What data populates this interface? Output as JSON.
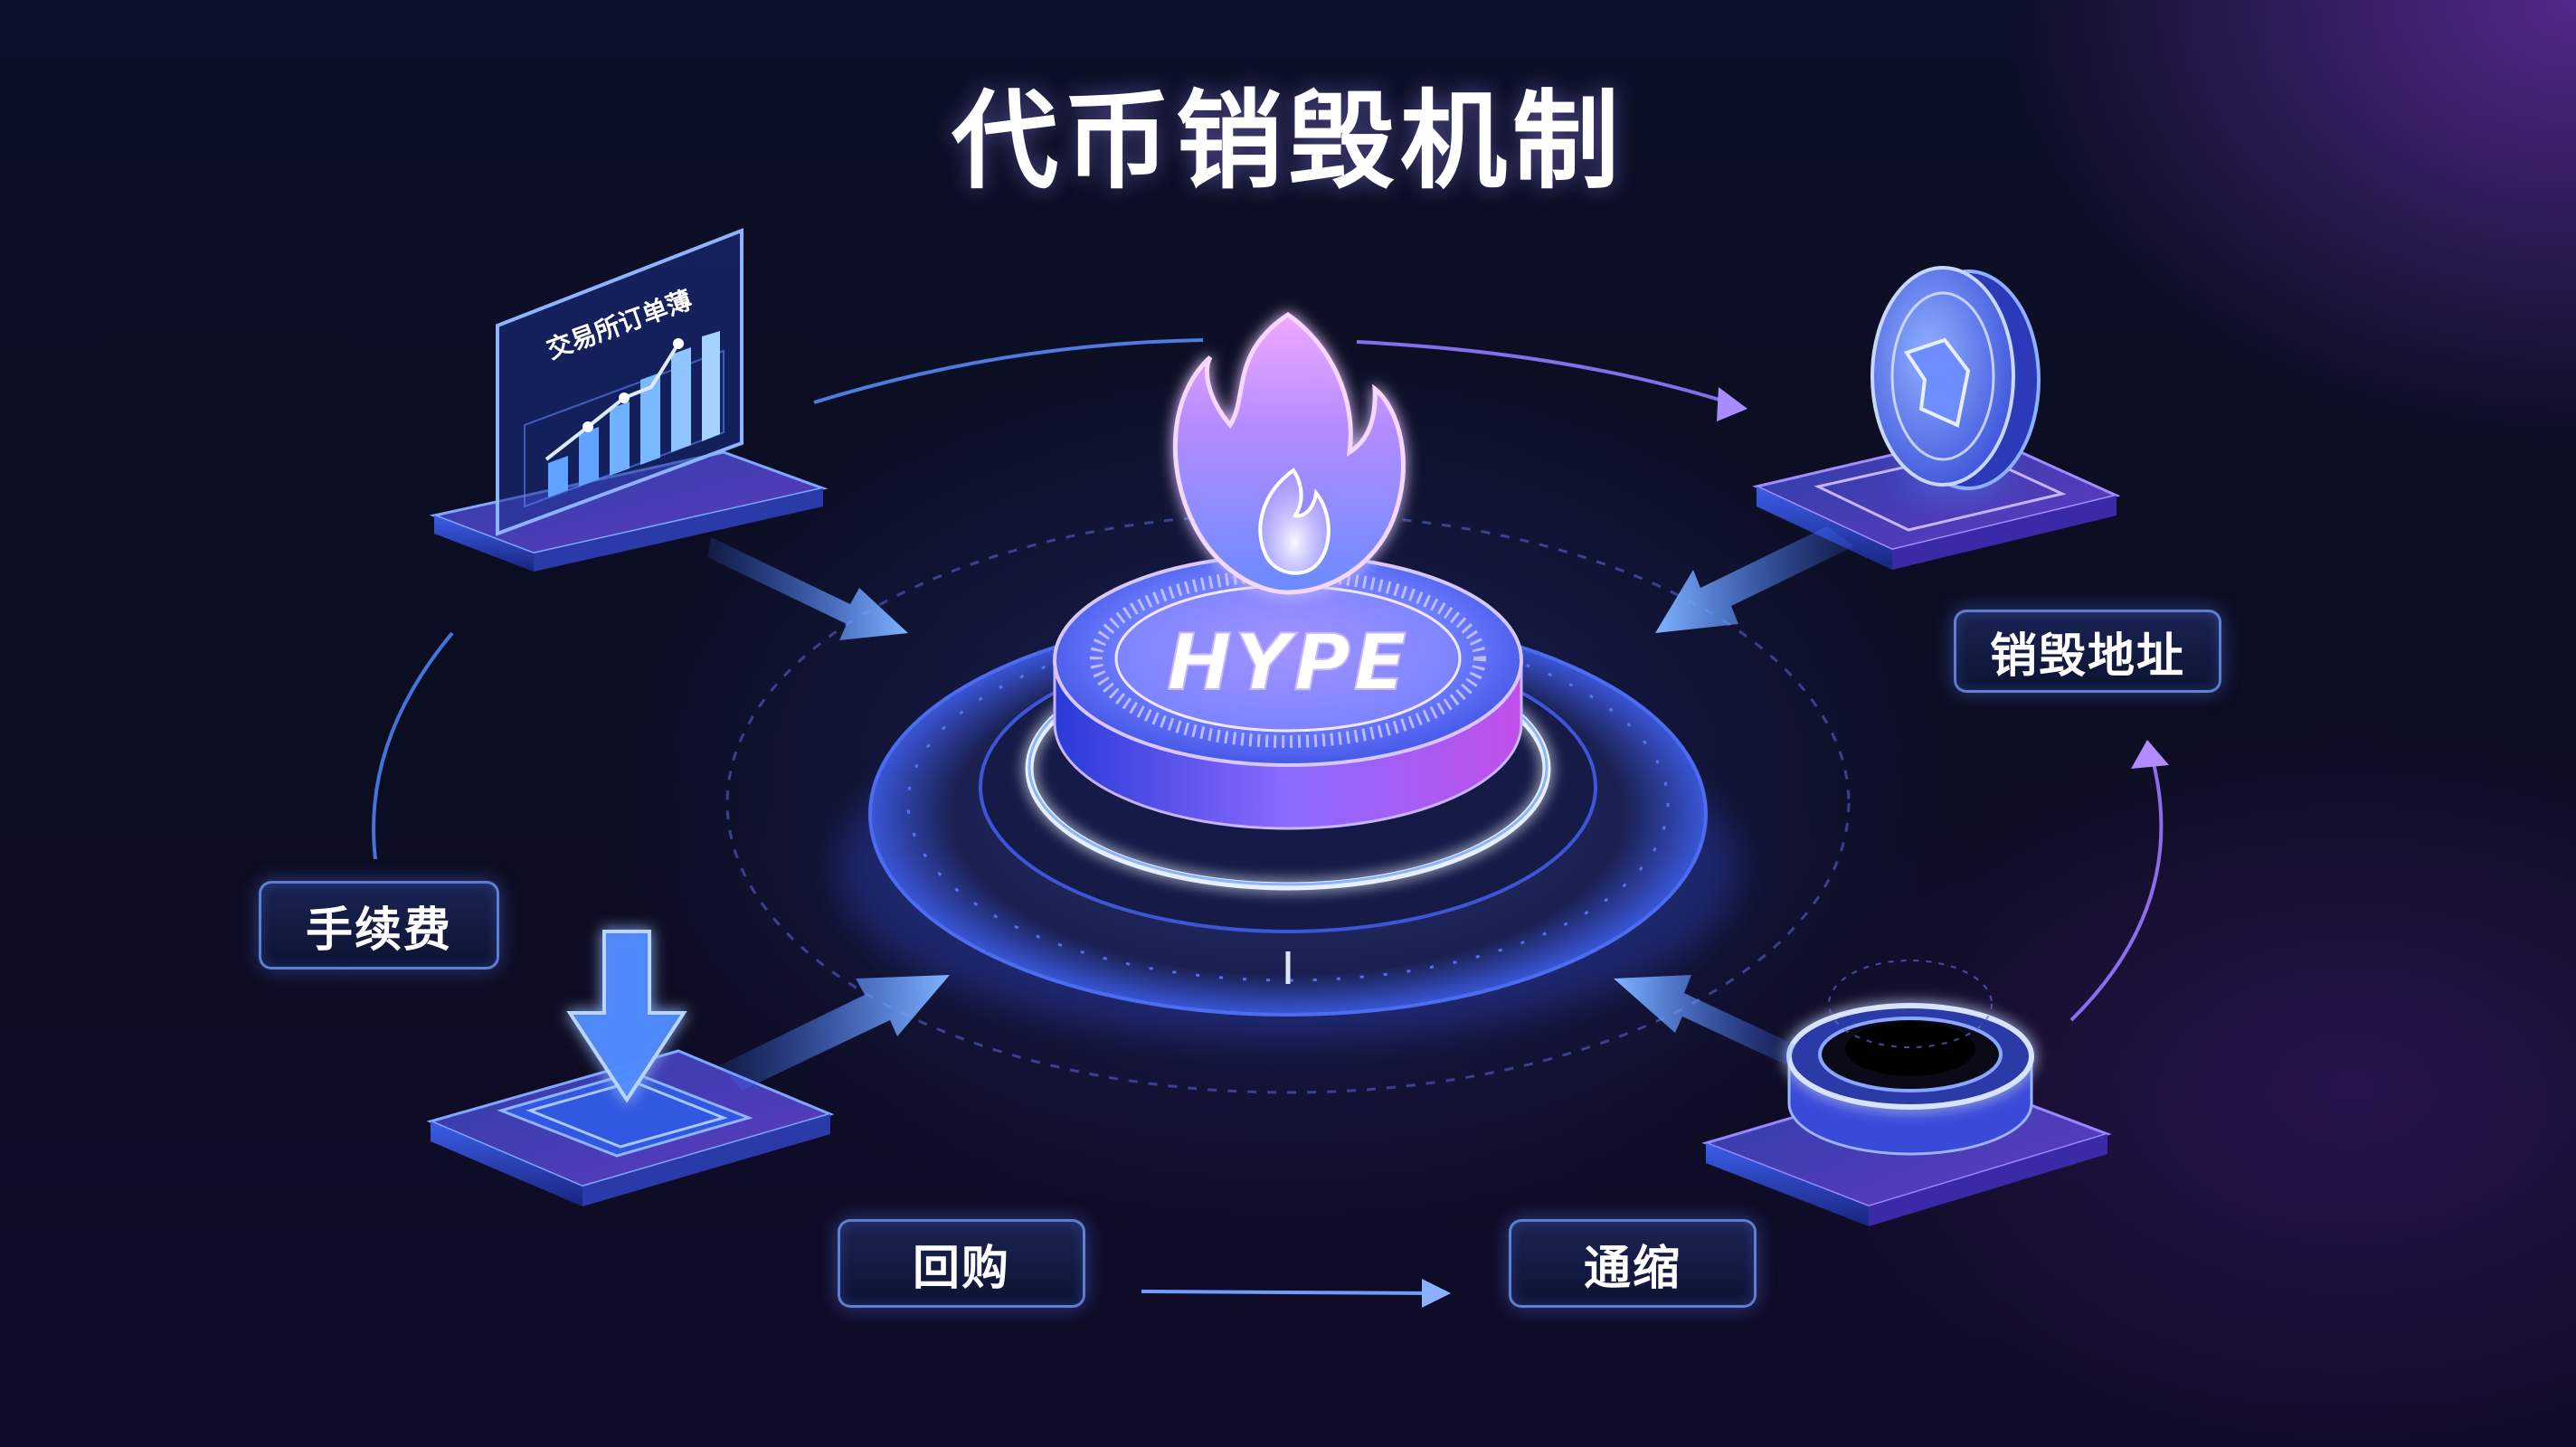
{
  "title": "代币销毁机制",
  "center": {
    "token_symbol": "HYPE",
    "icon": "flame-icon"
  },
  "nodes": {
    "order_book": {
      "label": "交易所订单薄",
      "icon": "bar-chart-panel-icon"
    },
    "fee": {
      "label": "手续费",
      "icon": "download-arrow-icon"
    },
    "buyback": {
      "label": "回购"
    },
    "deflation": {
      "label": "通缩",
      "icon": "black-hole-ring-icon"
    },
    "burn_address": {
      "label": "销毁地址",
      "icon": "coin-icon"
    }
  },
  "colors": {
    "background": "#0b0e22",
    "accent_blue": "#4f8dff",
    "accent_purple": "#a35cff",
    "glow_white": "#e8f0ff"
  }
}
